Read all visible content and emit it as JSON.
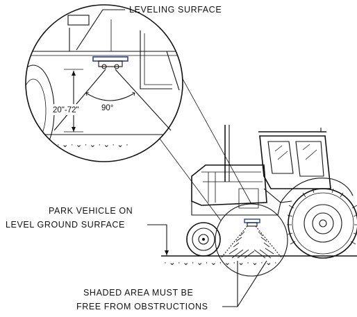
{
  "labels": {
    "leveling_surface": "LEVELING SURFACE",
    "park_line1": "PARK VEHICLE ON",
    "park_line2": "LEVEL GROUND SURFACE",
    "shaded_line1": "SHADED AREA MUST BE",
    "shaded_line2": "FREE FROM OBSTRUCTIONS",
    "height_range": "20\"-72\"",
    "angle": "90°"
  },
  "colors": {
    "line": "#111111",
    "sensor_highlight": "#2a3fa8"
  }
}
